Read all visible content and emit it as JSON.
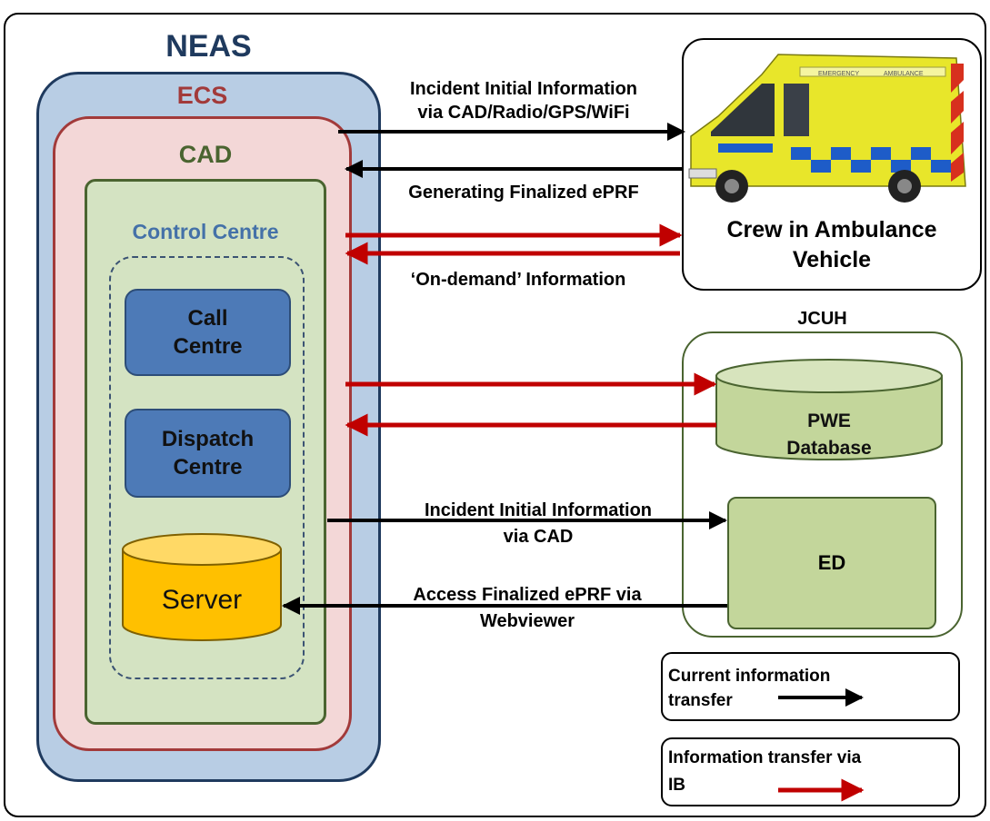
{
  "neas": {
    "title": "NEAS"
  },
  "ecs": {
    "title": "ECS"
  },
  "cad": {
    "title": "CAD"
  },
  "control_centre": {
    "title": "Control Centre"
  },
  "call_centre": {
    "label": "Call\nCentre"
  },
  "dispatch_centre": {
    "label": "Dispatch\nCentre"
  },
  "server": {
    "label": "Server"
  },
  "crew": {
    "label_line1": "Crew in Ambulance",
    "label_line2": "Vehicle"
  },
  "ambulance_text": {
    "emergency": "EMERGENCY",
    "ambulance": "AMBULANCE"
  },
  "jcuh": {
    "title": "JCUH"
  },
  "pwe_db": {
    "line1": "PWE",
    "line2": "Database"
  },
  "ed": {
    "label": "ED"
  },
  "arrows": {
    "initial_info_line1": "Incident Initial Information",
    "initial_info_line2": "via CAD/Radio/GPS/WiFi",
    "finalized_eprf": "Generating Finalized ePRF",
    "on_demand": "‘On-demand’ Information",
    "initial_cad_line1": "Incident Initial Information",
    "initial_cad_line2": "via CAD",
    "access_line1": "Access Finalized ePRF via",
    "access_line2": "Webviewer"
  },
  "legend": {
    "current_line1": "Current information",
    "current_line2": "transfer",
    "ib_line1": "Information transfer via",
    "ib_line2": "IB"
  },
  "colors": {
    "current_arrow": "#000000",
    "ib_arrow": "#c00000"
  }
}
